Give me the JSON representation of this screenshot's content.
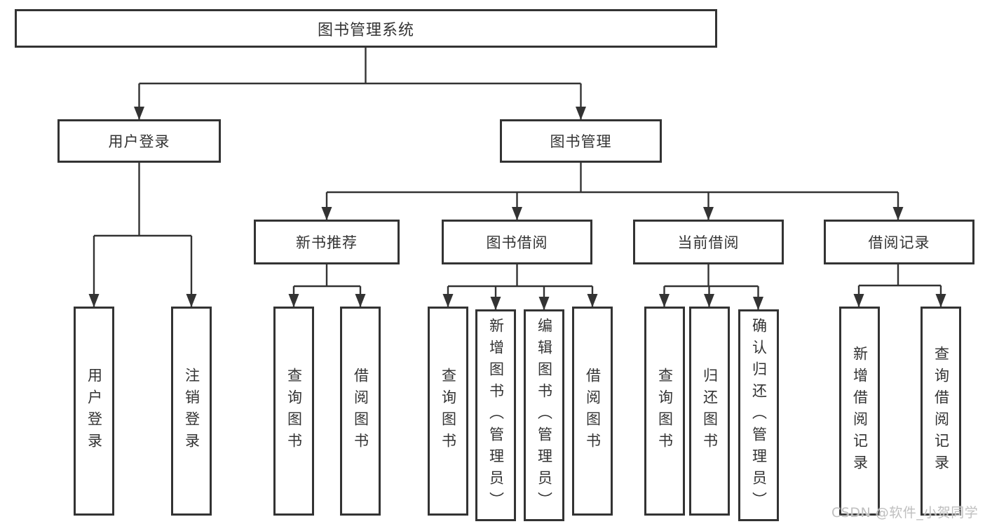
{
  "tree": {
    "root": "图书管理系统",
    "user_login": "用户登录",
    "book_management": "图书管理",
    "user_login_children": [
      "用户登录",
      "注销登录"
    ],
    "modules": [
      "新书推荐",
      "图书借阅",
      "当前借阅",
      "借阅记录"
    ],
    "new_book_children": [
      "查询图书",
      "借阅图书"
    ],
    "book_borrow_children": [
      "查询图书",
      "新增图书（管理员）",
      "编辑图书（管理员）",
      "借阅图书"
    ],
    "current_borrow_children": [
      "查询图书",
      "归还图书",
      "确认归还（管理员）"
    ],
    "borrow_record_children": [
      "新增借阅记录",
      "查询借阅记录"
    ]
  },
  "style": {
    "line_color": "#333333",
    "text_color": "#333333",
    "background_color": "#ffffff",
    "watermark_color": "#bfbfbf"
  },
  "watermark": "CSDN @软件_小贺同学"
}
